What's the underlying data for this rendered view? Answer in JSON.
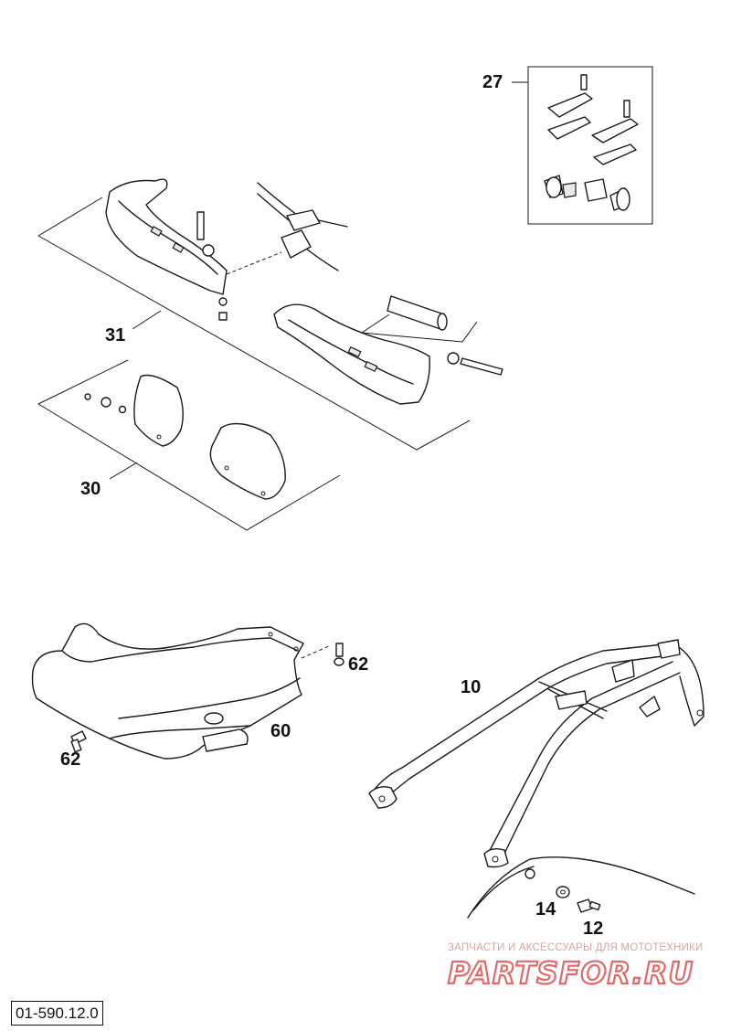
{
  "callouts": {
    "c27": "27",
    "c31": "31",
    "c30": "30",
    "c62a": "62",
    "c62b": "62",
    "c60": "60",
    "c10": "10",
    "c14": "14",
    "c12": "12"
  },
  "document_code": "01-590.12.0",
  "watermark": {
    "subtitle": "ЗАПЧАСТИ И АКСЕССУАРЫ ДЛЯ МОТОТЕХНИКИ",
    "logo_text": "PARTSFOR.RU",
    "color": "#e06a6a"
  }
}
